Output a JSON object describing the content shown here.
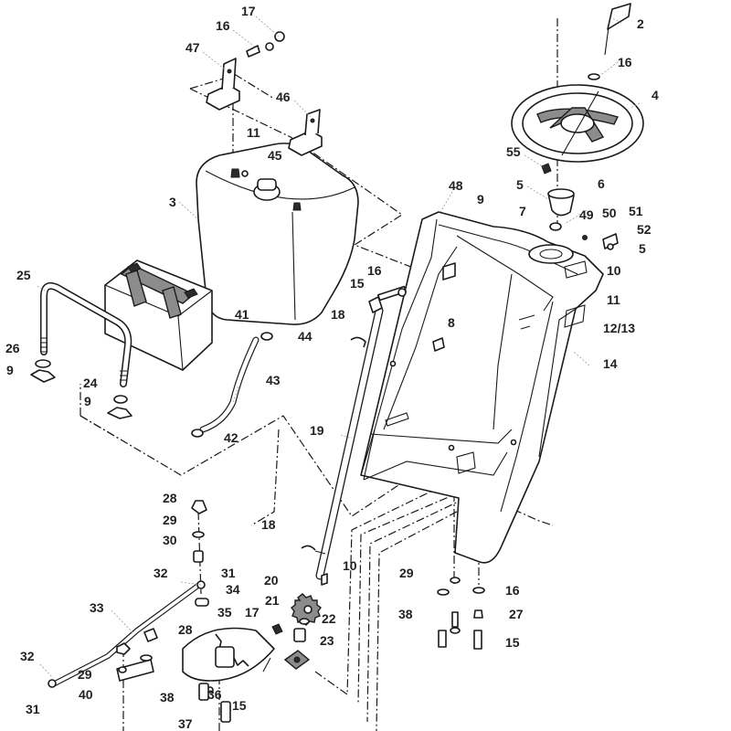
{
  "callouts": {
    "c2": "2",
    "c3": "3",
    "c4": "4",
    "c5a": "5",
    "c5b": "5",
    "c6": "6",
    "c7": "7",
    "c8": "8",
    "c9a": "9",
    "c9b": "9",
    "c9c": "9",
    "c10a": "10",
    "c10b": "10",
    "c11a": "11",
    "c11b": "11",
    "c12_13": "12/13",
    "c14": "14",
    "c15a": "15",
    "c15b": "15",
    "c15c": "15",
    "c16a": "16",
    "c16b": "16",
    "c16c": "16",
    "c16d": "16",
    "c17a": "17",
    "c17b": "17",
    "c18a": "18",
    "c18b": "18",
    "c19": "19",
    "c20": "20",
    "c21": "21",
    "c22": "22",
    "c23": "23",
    "c24": "24",
    "c25": "25",
    "c26": "26",
    "c27": "27",
    "c28a": "28",
    "c28b": "28",
    "c29a": "29",
    "c29b": "29",
    "c29c": "29",
    "c30": "30",
    "c31a": "31",
    "c31b": "31",
    "c32a": "32",
    "c32b": "32",
    "c33": "33",
    "c34": "34",
    "c35": "35",
    "c36": "36",
    "c37": "37",
    "c38a": "38",
    "c38b": "38",
    "c40": "40",
    "c41": "41",
    "c42": "42",
    "c43": "43",
    "c44": "44",
    "c45": "45",
    "c46": "46",
    "c47": "47",
    "c48": "48",
    "c49": "49",
    "c50": "50",
    "c51": "51",
    "c52": "52",
    "c55": "55"
  }
}
